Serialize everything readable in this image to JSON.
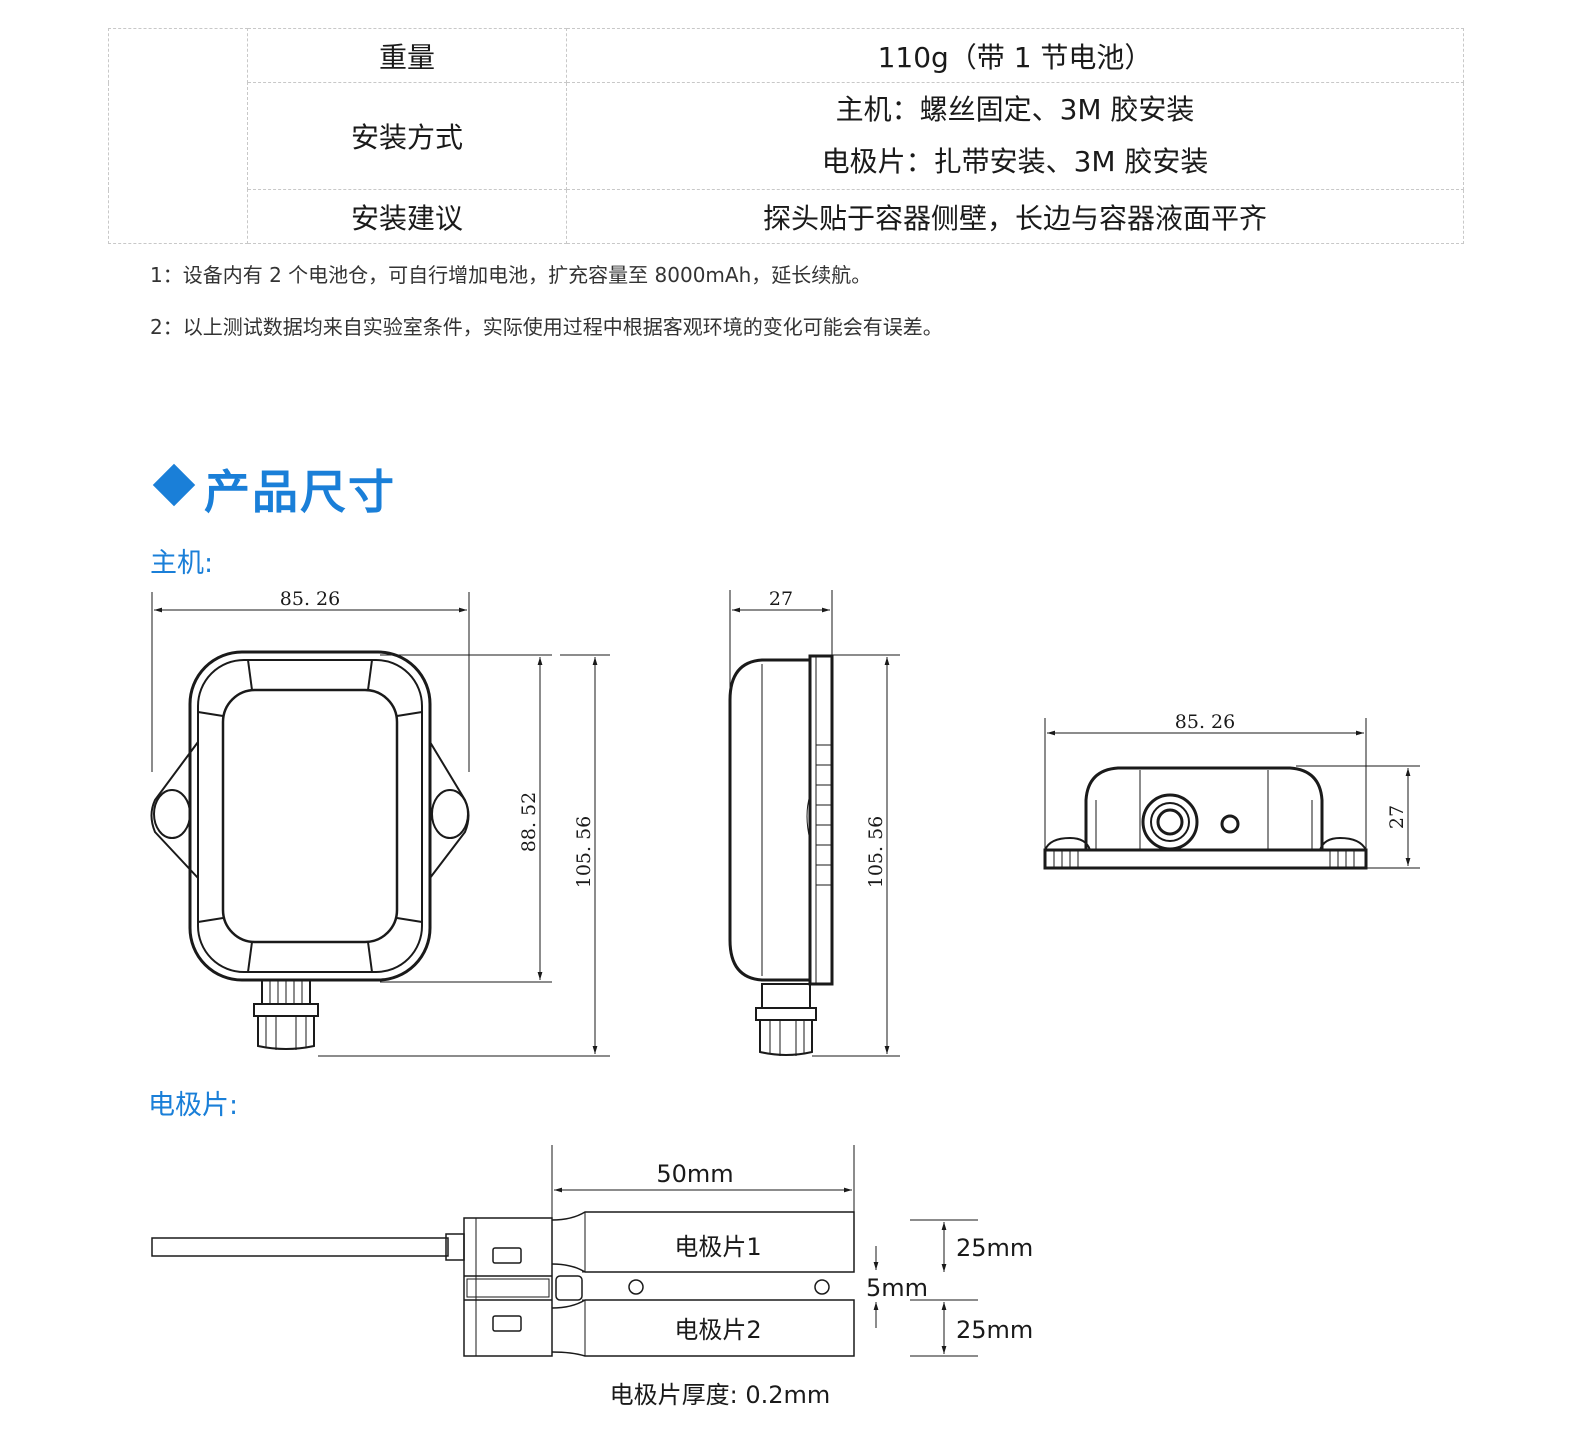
{
  "specs": {
    "rows": [
      {
        "label": "重量",
        "value": "110g（带 1 节电池）"
      },
      {
        "label": "安装方式",
        "value_lines": [
          "主机：螺丝固定、3M 胶安装",
          "电极片：扎带安装、3M 胶安装"
        ]
      },
      {
        "label": "安装建议",
        "value": "探头贴于容器侧壁，长边与容器液面平齐"
      }
    ]
  },
  "notes": [
    "1：设备内有 2 个电池仓，可自行增加电池，扩充容量至 8000mAh，延长续航。",
    "2：以上测试数据均来自实验室条件，实际使用过程中根据客观环境的变化可能会有误差。"
  ],
  "section": {
    "title": "产品尺寸"
  },
  "host": {
    "label": "主机:",
    "front": {
      "width": "85. 26",
      "body_height": "88. 52",
      "total_height": "105. 56"
    },
    "side": {
      "depth": "27",
      "total_height": "105. 56"
    },
    "bottom": {
      "width": "85. 26",
      "height": "27"
    }
  },
  "electrode": {
    "label": "电极片:",
    "length": "50mm",
    "plate1": "电极片1",
    "plate2": "电极片2",
    "plate1_width": "25mm",
    "gap": "5mm",
    "plate2_width": "25mm",
    "thickness": "电极片厚度: 0.2mm"
  }
}
